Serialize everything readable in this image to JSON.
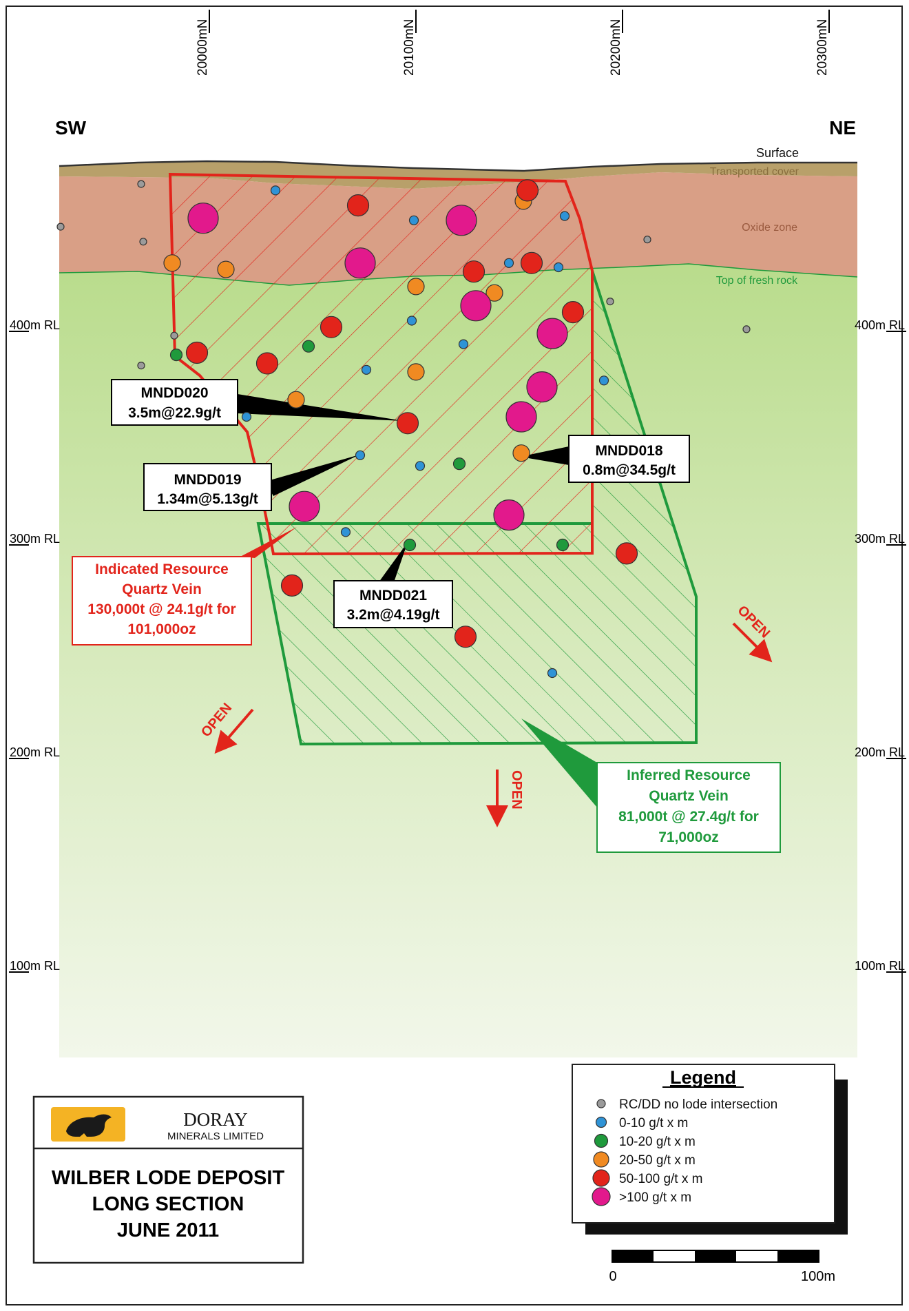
{
  "directions": {
    "sw": "SW",
    "ne": "NE"
  },
  "northings": [
    {
      "label": "20000mN",
      "value": 20000
    },
    {
      "label": "20100mN",
      "value": 20100
    },
    {
      "label": "20200mN",
      "value": 20200
    },
    {
      "label": "20300mN",
      "value": 20300
    }
  ],
  "rl_levels": [
    {
      "label": "400m RL",
      "value": 400
    },
    {
      "label": "300m RL",
      "value": 300
    },
    {
      "label": "200m RL",
      "value": 200
    },
    {
      "label": "100m RL",
      "value": 100
    }
  ],
  "zones": {
    "surface": "Surface",
    "transported_cover": "Transported cover",
    "oxide_zone": "Oxide zone",
    "top_fresh_rock": "Top of fresh rock"
  },
  "colors": {
    "indicated": "#e2241b",
    "inferred": "#1f9a3c",
    "oxide": "#d99f86",
    "cover": "#b8a06a",
    "fresh_rock_top": "#b9dc8c",
    "fresh_rock_bottom": "#f2f7ea",
    "logo_gold": "#f4b324"
  },
  "drillholes": [
    {
      "id": "MNDD020",
      "result": "3.5m@22.9g/t"
    },
    {
      "id": "MNDD019",
      "result": "1.34m@5.13g/t"
    },
    {
      "id": "MNDD018",
      "result": "0.8m@34.5g/t"
    },
    {
      "id": "MNDD021",
      "result": "3.2m@4.19g/t"
    }
  ],
  "indicated_resource": [
    "Indicated Resource",
    "Quartz Vein",
    "130,000t @ 24.1g/t for",
    "101,000oz"
  ],
  "inferred_resource": [
    "Inferred Resource",
    "Quartz Vein",
    "81,000t @ 27.4g/t for",
    "71,000oz"
  ],
  "open_label": "OPEN",
  "legend": {
    "title": "Legend",
    "items": [
      {
        "label": "RC/DD no lode intersection",
        "color": "#9b9b9b",
        "class": "none"
      },
      {
        "label": "0-10 g/t x m",
        "color": "#2f93d6",
        "class": "g1"
      },
      {
        "label": "10-20 g/t x m",
        "color": "#1f9a3c",
        "class": "g2"
      },
      {
        "label": "20-50 g/t x m",
        "color": "#f08a22",
        "class": "g3"
      },
      {
        "label": "50-100 g/t x m",
        "color": "#e2241b",
        "class": "g4"
      },
      {
        "label": ">100 g/t x m",
        "color": "#e2198c",
        "class": "g5"
      }
    ]
  },
  "scale_bar": {
    "start": "0",
    "end": "100m"
  },
  "company": {
    "name": "DORAY",
    "subtitle": "MINERALS LIMITED"
  },
  "title_block": [
    "WILBER LODE DEPOSIT",
    "LONG SECTION",
    "JUNE 2011"
  ],
  "intersections": [
    {
      "class": "none",
      "n": 19967,
      "rl": 469
    },
    {
      "class": "none",
      "n": 19928,
      "rl": 449
    },
    {
      "class": "none",
      "n": 19968,
      "rl": 442
    },
    {
      "class": "none",
      "n": 20212,
      "rl": 443
    },
    {
      "class": "none",
      "n": 20194,
      "rl": 414
    },
    {
      "class": "none",
      "n": 19983,
      "rl": 398
    },
    {
      "class": "none",
      "n": 20260,
      "rl": 401
    },
    {
      "class": "none",
      "n": 19967,
      "rl": 384
    },
    {
      "class": "g1",
      "n": 20032,
      "rl": 466
    },
    {
      "class": "g1",
      "n": 20099,
      "rl": 452
    },
    {
      "class": "g1",
      "n": 20172,
      "rl": 454
    },
    {
      "class": "g1",
      "n": 20145,
      "rl": 432
    },
    {
      "class": "g1",
      "n": 20169,
      "rl": 430
    },
    {
      "class": "g1",
      "n": 20098,
      "rl": 405
    },
    {
      "class": "g1",
      "n": 20123,
      "rl": 394
    },
    {
      "class": "g1",
      "n": 20076,
      "rl": 382
    },
    {
      "class": "g1",
      "n": 20191,
      "rl": 377
    },
    {
      "class": "g1",
      "n": 20018,
      "rl": 360
    },
    {
      "class": "g1",
      "n": 20073,
      "rl": 342
    },
    {
      "class": "g1",
      "n": 20102,
      "rl": 337
    },
    {
      "class": "g1",
      "n": 20066,
      "rl": 306
    },
    {
      "class": "g1",
      "n": 20166,
      "rl": 240
    },
    {
      "class": "g2",
      "n": 19984,
      "rl": 389
    },
    {
      "class": "g2",
      "n": 20048,
      "rl": 393
    },
    {
      "class": "g2",
      "n": 20121,
      "rl": 338
    },
    {
      "class": "g2",
      "n": 20097,
      "rl": 300
    },
    {
      "class": "g2",
      "n": 20171,
      "rl": 300
    },
    {
      "class": "g3",
      "n": 20152,
      "rl": 461
    },
    {
      "class": "g3",
      "n": 19982,
      "rl": 432
    },
    {
      "class": "g3",
      "n": 20008,
      "rl": 429
    },
    {
      "class": "g3",
      "n": 20100,
      "rl": 421
    },
    {
      "class": "g3",
      "n": 20138,
      "rl": 418
    },
    {
      "class": "g3",
      "n": 20100,
      "rl": 381
    },
    {
      "class": "g3",
      "n": 20042,
      "rl": 368
    },
    {
      "class": "g3",
      "n": 20151,
      "rl": 343
    },
    {
      "class": "g4",
      "n": 20154,
      "rl": 466
    },
    {
      "class": "g4",
      "n": 20072,
      "rl": 459
    },
    {
      "class": "g4",
      "n": 20156,
      "rl": 432
    },
    {
      "class": "g4",
      "n": 20128,
      "rl": 428
    },
    {
      "class": "g4",
      "n": 20176,
      "rl": 409
    },
    {
      "class": "g4",
      "n": 20059,
      "rl": 402
    },
    {
      "class": "g4",
      "n": 19994,
      "rl": 390
    },
    {
      "class": "g4",
      "n": 20028,
      "rl": 385
    },
    {
      "class": "g4",
      "n": 20096,
      "rl": 357
    },
    {
      "class": "g4",
      "n": 20202,
      "rl": 296
    },
    {
      "class": "g4",
      "n": 20040,
      "rl": 281
    },
    {
      "class": "g4",
      "n": 20124,
      "rl": 257
    },
    {
      "class": "g5",
      "n": 19997,
      "rl": 453
    },
    {
      "class": "g5",
      "n": 20122,
      "rl": 452
    },
    {
      "class": "g5",
      "n": 20073,
      "rl": 432
    },
    {
      "class": "g5",
      "n": 20129,
      "rl": 412
    },
    {
      "class": "g5",
      "n": 20166,
      "rl": 399
    },
    {
      "class": "g5",
      "n": 20161,
      "rl": 374
    },
    {
      "class": "g5",
      "n": 20151,
      "rl": 360
    },
    {
      "class": "g5",
      "n": 20046,
      "rl": 318
    },
    {
      "class": "g5",
      "n": 20145,
      "rl": 314
    }
  ]
}
